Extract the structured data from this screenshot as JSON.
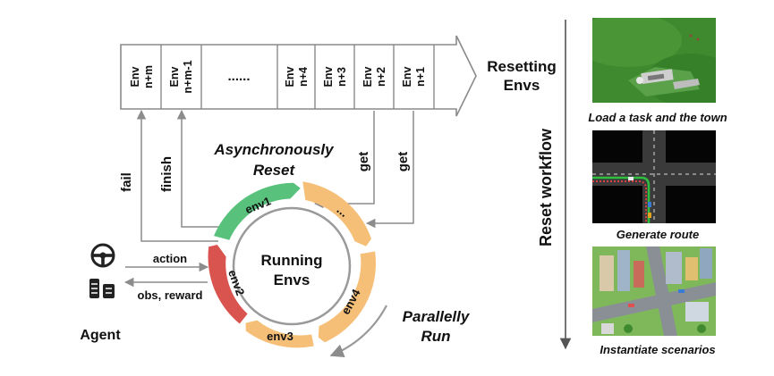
{
  "queue": {
    "cells": [
      {
        "line1": "Env",
        "line2": "n+m"
      },
      {
        "line1": "Env",
        "line2": "n+m-1"
      },
      {
        "line1": "......",
        "line2": ""
      },
      {
        "line1": "Env",
        "line2": "n+4"
      },
      {
        "line1": "Env",
        "line2": "n+3"
      },
      {
        "line1": "Env",
        "line2": "n+2"
      },
      {
        "line1": "Env",
        "line2": "n+1"
      }
    ],
    "label_line1": "Resetting",
    "label_line2": "Envs"
  },
  "async_reset": {
    "line1": "Asynchronously",
    "line2": "Reset"
  },
  "edges": {
    "fail": "fail",
    "finish": "finish",
    "get1": "get",
    "get2": "get",
    "action": "action",
    "obs": "obs, reward"
  },
  "agent": {
    "label": "Agent"
  },
  "ring": {
    "center_line1": "Running",
    "center_line2": "Envs",
    "segments": [
      "env1",
      "...",
      "env4",
      "env3",
      "env2"
    ]
  },
  "parallel": {
    "line1": "Parallelly",
    "line2": "Run"
  },
  "workflow": {
    "axis_label": "Reset workflow",
    "steps": [
      "Load a task and the town",
      "Generate route",
      "Instantiate scenarios"
    ]
  },
  "colors": {
    "green": "#58c27d",
    "orange": "#f6bf78",
    "red": "#d9534f",
    "gray": "#8c8c8c"
  }
}
